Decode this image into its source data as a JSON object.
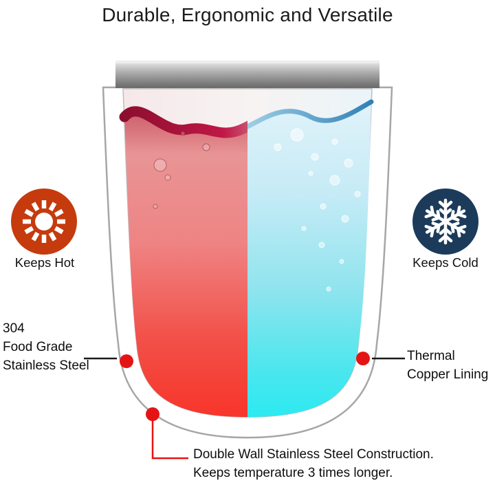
{
  "title": "Durable, Ergonomic and Versatile",
  "badges": {
    "hot": {
      "label": "Keeps Hot",
      "icon": "sun-icon"
    },
    "cold": {
      "label": "Keeps Cold",
      "icon": "snowflake-icon"
    }
  },
  "callouts": {
    "steel": {
      "lines": [
        "304",
        "Food Grade",
        "Stainless Steel"
      ]
    },
    "copper": {
      "lines": [
        "Thermal",
        "Copper Lining"
      ]
    },
    "double_wall": {
      "lines": [
        "Double Wall Stainless Steel Construction.",
        "Keeps temperature 3 times longer."
      ]
    }
  },
  "colors": {
    "hot_badge": "#C53B0E",
    "cold_badge": "#1C3B5A",
    "marker_red": "#E51414",
    "connector_black": "#1A1A1A",
    "hot_liquid": "#F04438",
    "cold_liquid": "#35E3EC",
    "rim_gray": "#8A8A8A"
  }
}
